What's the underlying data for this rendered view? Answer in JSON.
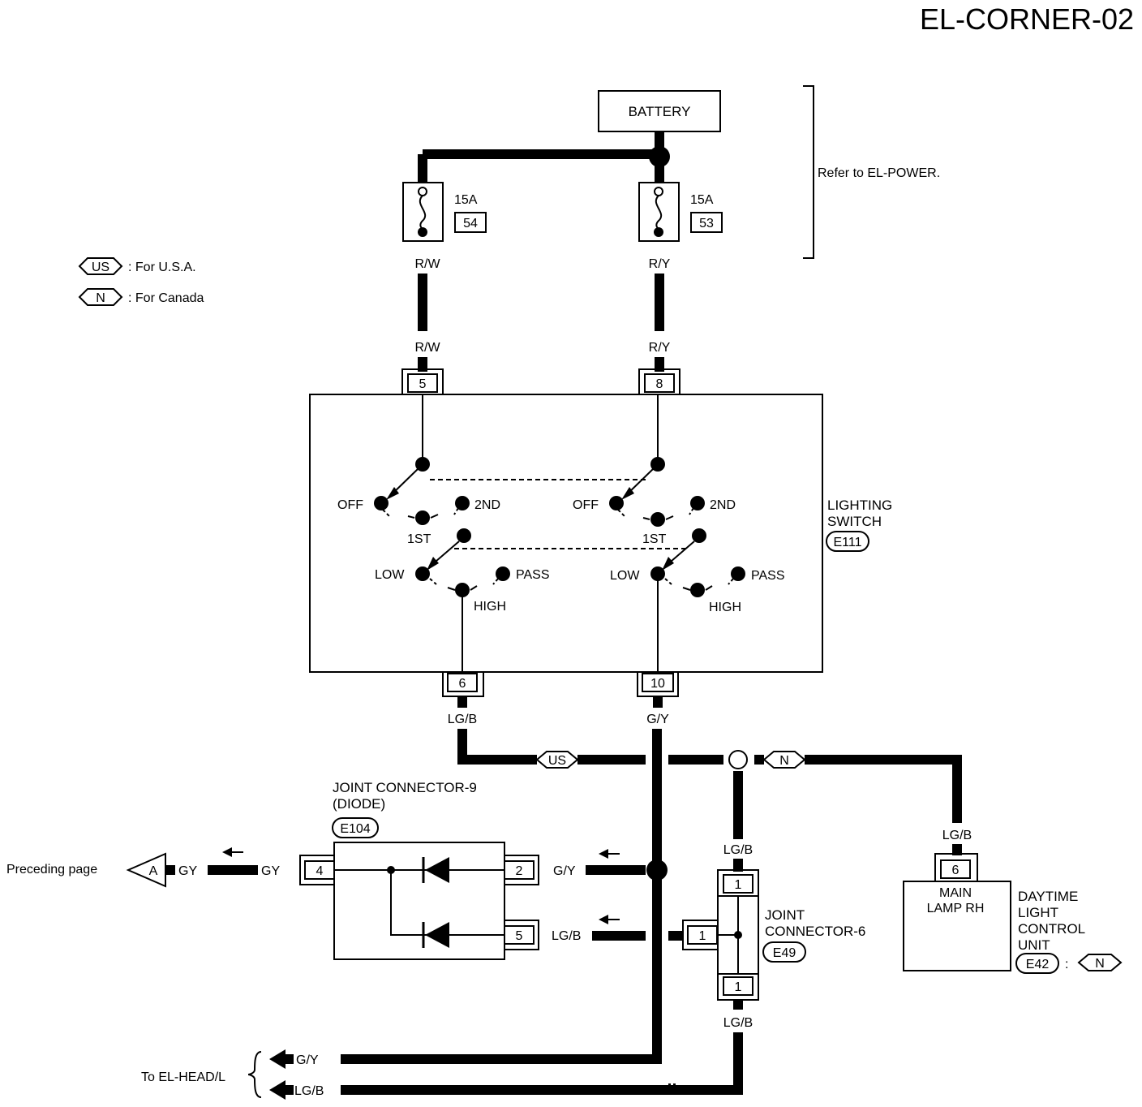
{
  "title": "EL-CORNER-02",
  "battery": {
    "label": "BATTERY"
  },
  "refer_note": "Refer to EL-POWER.",
  "legend": [
    {
      "tag": "US",
      "text": ": For U.S.A."
    },
    {
      "tag": "N",
      "text": ": For Canada"
    }
  ],
  "fuses": [
    {
      "rating": "15A",
      "number": "54"
    },
    {
      "rating": "15A",
      "number": "53"
    }
  ],
  "wires": {
    "rw": "R/W",
    "ry": "R/Y",
    "lgb": "LG/B",
    "gy_slash": "G/Y",
    "gy": "GY"
  },
  "lighting_switch": {
    "name_line1": "LIGHTING",
    "name_line2": "SWITCH",
    "connector": "E111",
    "pins": {
      "p5": "5",
      "p8": "8",
      "p6": "6",
      "p10": "10"
    },
    "positions": {
      "off": "OFF",
      "first": "1ST",
      "second": "2ND",
      "low": "LOW",
      "high": "HIGH",
      "pass": "PASS"
    }
  },
  "joint_connector_9": {
    "line1": "JOINT CONNECTOR-9",
    "line2": "(DIODE)",
    "connector": "E104",
    "pins": {
      "p4": "4",
      "p2": "2",
      "p5": "5"
    }
  },
  "joint_connector_6": {
    "line1": "JOINT",
    "line2": "CONNECTOR-6",
    "connector": "E49",
    "pins": {
      "top": "1",
      "left": "1",
      "bottom": "1"
    }
  },
  "daytime_unit": {
    "lines": [
      "DAYTIME",
      "LIGHT",
      "CONTROL",
      "UNIT"
    ],
    "connector": "E42",
    "colon": ":",
    "tag": "N",
    "lamp_line1": "MAIN",
    "lamp_line2": "LAMP RH",
    "pin": "6"
  },
  "harness_tags": {
    "us": "US",
    "n": "N"
  },
  "preceding": {
    "text": "Preceding page",
    "marker": "A"
  },
  "to_head": {
    "text": "To EL-HEAD/L"
  }
}
